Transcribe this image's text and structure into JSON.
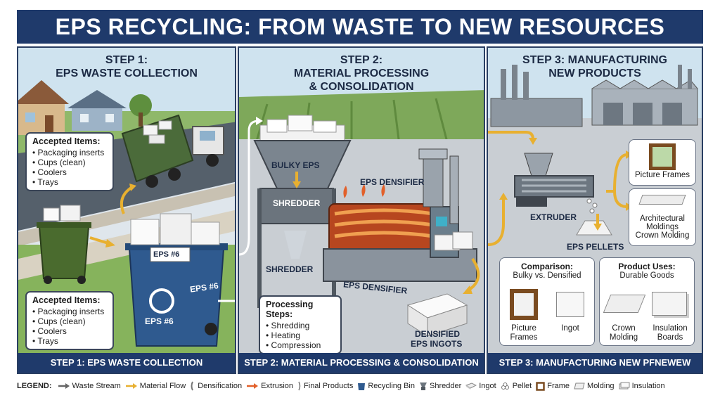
{
  "title": "EPS RECYCLING: FROM WASTE TO NEW RESOURCES",
  "step1": {
    "title_line1": "STEP 1:",
    "title_line2": "EPS WASTE COLLECTION",
    "callout_heading": "Accepted Items:",
    "items": [
      "Packaging inserts",
      "Cups (clean)",
      "Coolers",
      "Trays"
    ],
    "bin_label_top": "EPS #6",
    "bin_label_side": "EPS #6",
    "bin_label_bottom": "EPS #6",
    "footer": "STEP 1: EPS WASTE COLLECTION"
  },
  "step2": {
    "title_line1": "STEP 2:",
    "title_line2": "MATERIAL PROCESSING",
    "title_line3": "& CONSOLIDATION",
    "bulky_label": "BULKY EPS",
    "shredder_label": "SHREDDER",
    "shredder_label_below": "SHREDDER",
    "densifier_label_top": "EPS DENSIFIER",
    "densifier_label_below": "EPS DENSIFIER",
    "ingots_label_line1": "DENSIFIED",
    "ingots_label_line2": "EPS INGOTS",
    "callout_heading": "Processing Steps:",
    "steps": [
      "Shredding",
      "Heating",
      "Compression"
    ],
    "footer": "STEP 2: MATERIAL PROCESSING & CONSOLIDATION"
  },
  "step3": {
    "title_line1": "STEP 3: MANUFACTURING",
    "title_line2": "NEW PRODUCTS",
    "extruder_label": "EXTRUDER",
    "pellets_label": "EPS PELLETS",
    "frames_label": "Picture Frames",
    "moldings_label_line1": "Architectural",
    "moldings_label_line2": "Moldings",
    "moldings_label_line3": "Crown Molding",
    "comparison": {
      "heading": "Comparison:",
      "sub": "Bulky vs. Densified",
      "item1_line1": "Picture",
      "item1_line2": "Frames",
      "item2": "Ingot"
    },
    "uses": {
      "heading": "Product Uses:",
      "sub": "Durable Goods",
      "item1_line1": "Crown",
      "item1_line2": "Molding",
      "item2_line1": "Insulation",
      "item2_line2": "Boards"
    },
    "footer": "STEP 3: MANUFACTURING NEW PFNEWEW"
  },
  "legend": {
    "title": "LEGEND:",
    "items": [
      "Waste Stream",
      "Material Flow",
      "Densification",
      "Extrusion",
      "Final Products",
      "Recycling Bin",
      "Shredder",
      "Ingot",
      "Pellet",
      "Frame",
      "Molding",
      "Insulation"
    ]
  },
  "colors": {
    "banner": "#1f3a6b",
    "flow_arrow": "#e8b030",
    "bin_green": "#4a6b2e",
    "bin_blue": "#2f5a8f",
    "heat": "#e2602a"
  }
}
